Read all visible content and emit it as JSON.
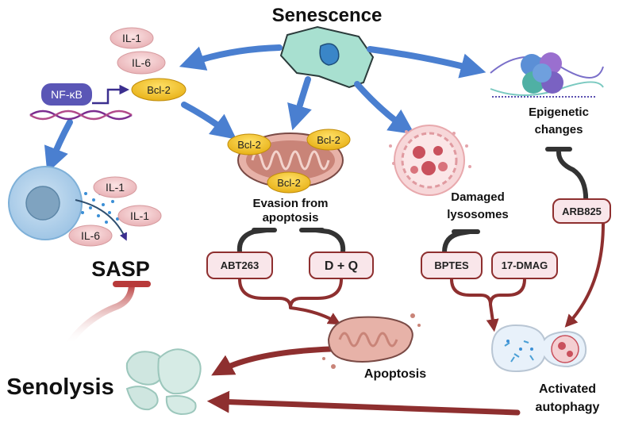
{
  "labels": {
    "senescence": "Senescence",
    "epigenetic_1": "Epigenetic",
    "epigenetic_2": "changes",
    "evasion_1": "Evasion from",
    "evasion_2": "apoptosis",
    "damaged_1": "Damaged",
    "damaged_2": "lysosomes",
    "sasp": "SASP",
    "senolysis": "Senolysis",
    "apoptosis": "Apoptosis",
    "activated_1": "Activated",
    "activated_2": "autophagy"
  },
  "cytokines": {
    "il1": "IL-1",
    "il6": "IL-6",
    "bcl2": "Bcl-2",
    "nfkb": "NF-κB"
  },
  "drugs": {
    "abt263": "ABT263",
    "dq": "D + Q",
    "bptes": "BPTES",
    "dmag": "17-DMAG",
    "arb825": "ARB825"
  },
  "colors": {
    "blue_arrow": "#4a7fd0",
    "red_arrow": "#8e2f2f",
    "drug_box_fill": "#f9e6ea",
    "drug_box_stroke": "#8e2f2f",
    "bcl2_fill": "#f4c52a",
    "nfkb_fill": "#5a56b6",
    "pink_pill": "#f2c9cc",
    "inhibit_dark": "#333333"
  }
}
